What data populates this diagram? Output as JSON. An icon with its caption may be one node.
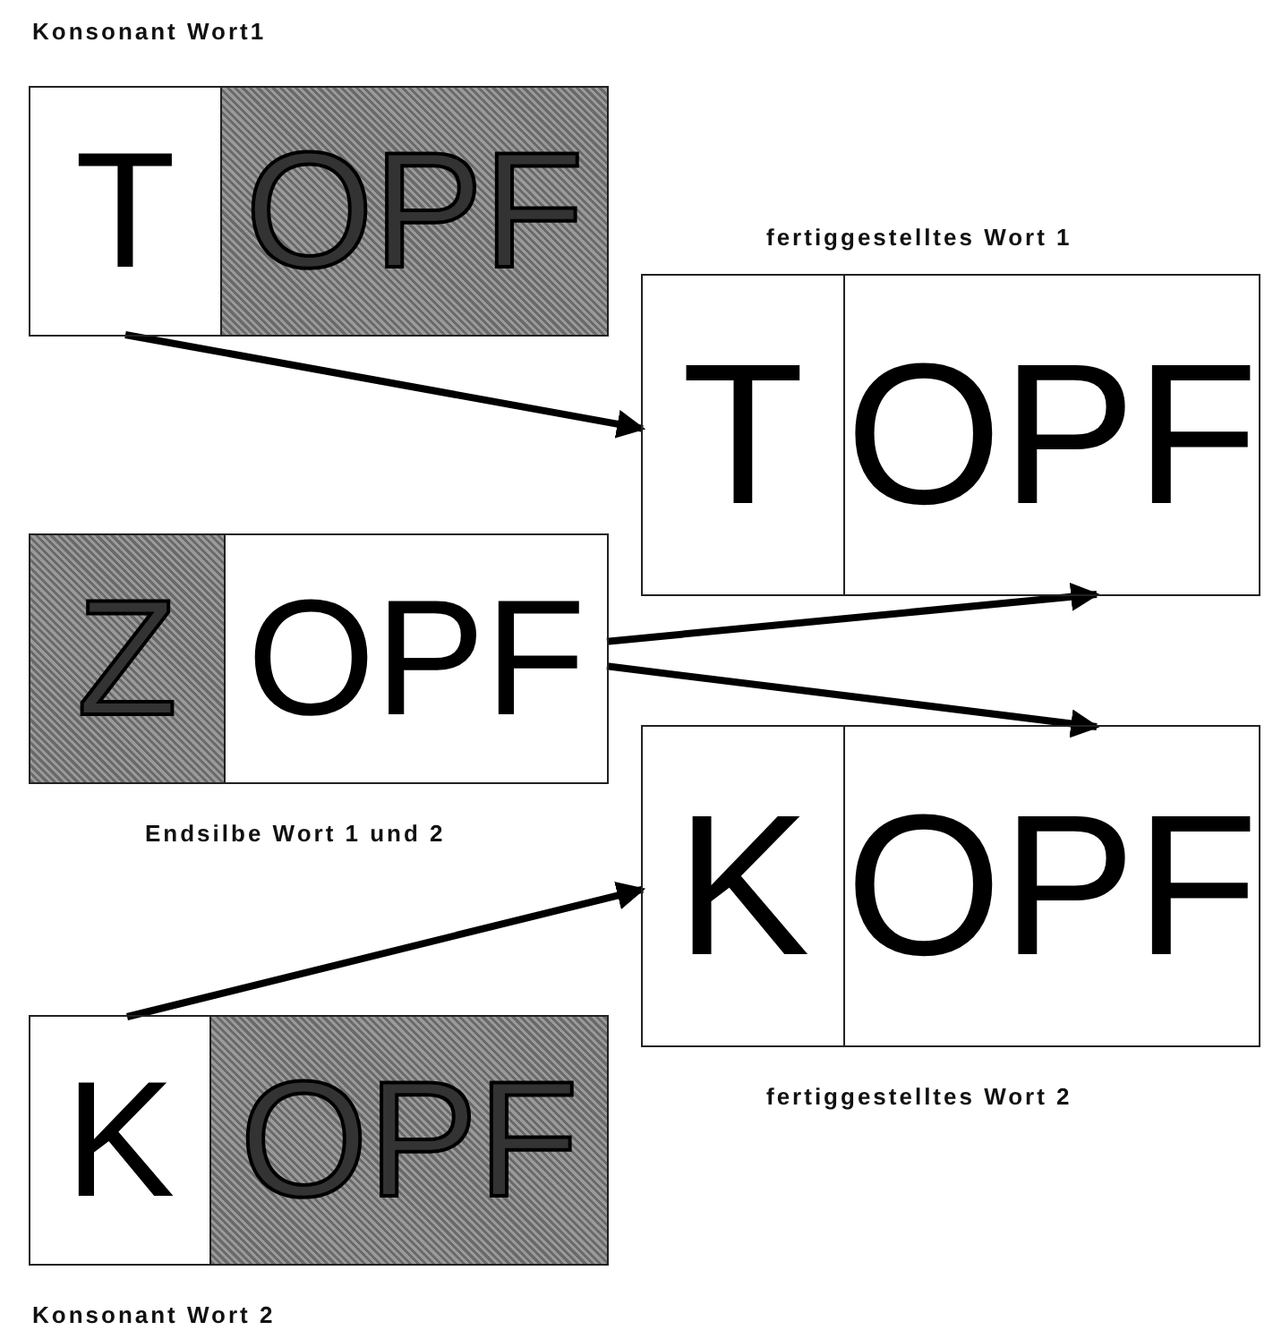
{
  "diagram": {
    "nodes": [
      {
        "text": [
          "Konsonant Wort1"
        ]
      },
      {
        "text": [
          "T"
        ],
        "in": 0
      },
      {
        "text": [
          "OPF"
        ],
        "in": 0
      },
      {
        "text": [
          "fertiggestelltes Wort 1"
        ]
      },
      {
        "text": [
          "T"
        ],
        "in": 3
      },
      {
        "text": [
          "OPF"
        ],
        "in": 3
      },
      {
        "text": [
          "Endsilbe Wort 1 und 2"
        ]
      },
      {
        "text": [
          "Z"
        ],
        "in": 6
      },
      {
        "text": [
          "OPF"
        ],
        "in": 6
      },
      {
        "text": [
          "fertiggestelltes Wort 2"
        ]
      },
      {
        "text": [
          "K"
        ],
        "in": 9
      },
      {
        "text": [
          "OPF"
        ],
        "in": 9
      },
      {
        "text": [
          "Konsonant Wort 2"
        ]
      },
      {
        "text": [
          "K"
        ],
        "in": 12
      },
      {
        "text": [
          "OPF"
        ],
        "in": 12
      }
    ],
    "edges": [
      {
        "from": 1,
        "to": 4,
        "arrow": "to"
      },
      {
        "from": 8,
        "to": 5,
        "arrow": "to"
      },
      {
        "from": 8,
        "to": 11,
        "arrow": "to"
      },
      {
        "from": 13,
        "to": 10,
        "arrow": "to"
      }
    ]
  }
}
